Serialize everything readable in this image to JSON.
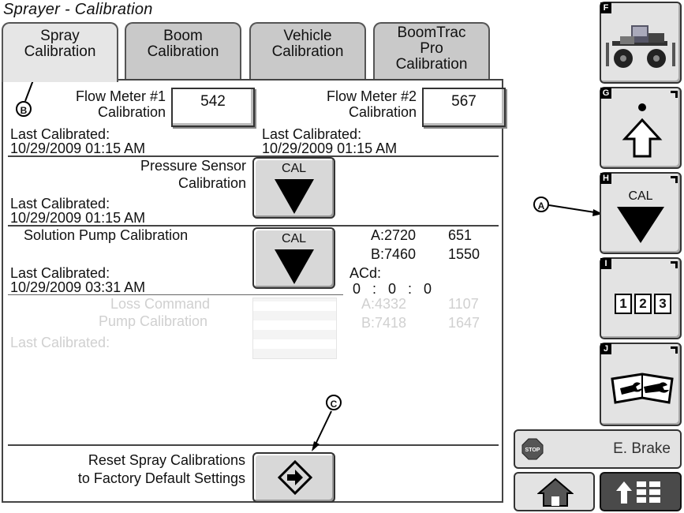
{
  "title": "Sprayer - Calibration",
  "tabs": [
    {
      "label_line1": "Spray",
      "label_line2": "Calibration",
      "label_line3": ""
    },
    {
      "label_line1": "Boom",
      "label_line2": "Calibration",
      "label_line3": ""
    },
    {
      "label_line1": "Vehicle",
      "label_line2": "Calibration",
      "label_line3": ""
    },
    {
      "label_line1": "BoomTrac",
      "label_line2": "Pro",
      "label_line3": "Calibration"
    }
  ],
  "flow_meter_1": {
    "label_line1": "Flow Meter #1",
    "label_line2": "Calibration",
    "value": "542",
    "last_cal_label": "Last Calibrated:",
    "last_cal_value": "10/29/2009  01:15 AM"
  },
  "flow_meter_2": {
    "label_line1": "Flow Meter #2",
    "label_line2": "Calibration",
    "value": "567",
    "last_cal_label": "Last Calibrated:",
    "last_cal_value": "10/29/2009  01:15 AM"
  },
  "pressure_sensor": {
    "label_line1": "Pressure Sensor",
    "label_line2": "Calibration",
    "button_label": "CAL",
    "last_cal_label": "Last Calibrated:",
    "last_cal_value": "10/29/2009  01:15 AM"
  },
  "solution_pump": {
    "label": "Solution Pump Calibration",
    "button_label": "CAL",
    "last_cal_label": "Last Calibrated:",
    "last_cal_value": "10/29/2009  03:31 AM",
    "a_label": "A:2720",
    "a_value": "651",
    "b_label": "B:7460",
    "b_value": "1550",
    "acd_label": "ACd:",
    "acd_values": "0   :   0   :   0"
  },
  "reset": {
    "label_line1": "Reset Spray Calibrations",
    "label_line2": "to Factory Default Settings"
  },
  "ghost": {
    "line1": "Loss Command",
    "line2": "Pump Calibration",
    "line3": "Last Calibrated:",
    "a": "A:4332",
    "a_val": "1107",
    "b": "B:7418",
    "b_val": "1647"
  },
  "right_buttons": [
    {
      "key": "F",
      "icon": "sprayer-vehicle-icon"
    },
    {
      "key": "G",
      "icon": "up-arrow-icon"
    },
    {
      "key": "H",
      "label": "CAL",
      "icon": "down-triangle-icon"
    },
    {
      "key": "I",
      "digits": [
        "1",
        "2",
        "3"
      ],
      "icon": "numeric-keypad-icon"
    },
    {
      "key": "J",
      "icon": "service-manual-icon"
    }
  ],
  "ebrake": {
    "stop_label": "STOP",
    "label": "E. Brake"
  },
  "callouts": {
    "a": "A",
    "b": "B",
    "c": "C"
  }
}
